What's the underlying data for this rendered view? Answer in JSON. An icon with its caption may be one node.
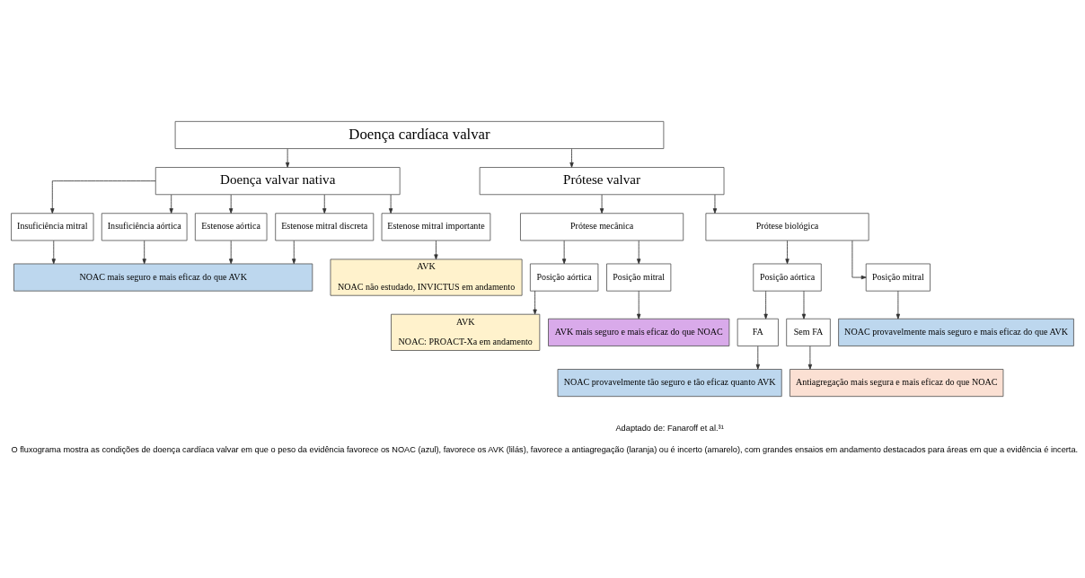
{
  "diagram": {
    "caption": "O fluxograma mostra as condições de doença cardíaca valvar em que o peso da evidência favorece os NOAC (azul), favorece os AVK (lilás), favorece a antiagregação (laranja) ou é incerto (amarelo), com grandes ensaios em andamento destacados para áreas em que a evidência é incerta.",
    "nodes": [
      {
        "text": [
          "Doença cardíaca valvar"
        ]
      },
      {
        "text": [
          "Doença valvar nativa"
        ]
      },
      {
        "text": [
          "Prótese valvar"
        ]
      },
      {
        "text": [
          "Insuficiência mitral"
        ]
      },
      {
        "text": [
          "Insuficiência aórtica"
        ]
      },
      {
        "text": [
          "Estenose aórtica"
        ]
      },
      {
        "text": [
          "Estenose mitral discreta"
        ]
      },
      {
        "text": [
          "Estenose mitral importante"
        ]
      },
      {
        "text": [
          "NOAC mais seguro e mais eficaz do que AVK"
        ]
      },
      {
        "text": [
          "AVK",
          "NOAC não estudado, INVICTUS em andamento"
        ]
      },
      {
        "text": [
          "Prótese mecânica"
        ]
      },
      {
        "text": [
          "Prótese biológica"
        ]
      },
      {
        "text": [
          "Posição aórtica"
        ]
      },
      {
        "text": [
          "Posição mitral"
        ]
      },
      {
        "text": [
          "Posição aórtica"
        ]
      },
      {
        "text": [
          "Posição mitral"
        ]
      },
      {
        "text": [
          "AVK",
          "NOAC: PROACT-Xa em andamento"
        ]
      },
      {
        "text": [
          "AVK mais seguro e mais eficaz do que NOAC"
        ]
      },
      {
        "text": [
          "FA"
        ]
      },
      {
        "text": [
          "Sem FA"
        ]
      },
      {
        "text": [
          "NOAC provavelmente mais seguro e mais eficaz do que AVK"
        ]
      },
      {
        "text": [
          "NOAC provavelmente tão seguro e tão eficaz quanto AVK"
        ]
      },
      {
        "text": [
          "Antiagregação mais segura e mais eficaz do que NOAC"
        ]
      }
    ],
    "edges": [
      {
        "from": 0,
        "to": 1,
        "arrow": "to"
      },
      {
        "from": 0,
        "to": 2,
        "arrow": "to"
      },
      {
        "from": 1,
        "to": 3,
        "arrow": "to"
      },
      {
        "from": 1,
        "to": 4,
        "arrow": "to"
      },
      {
        "from": 1,
        "to": 5,
        "arrow": "to"
      },
      {
        "from": 1,
        "to": 6,
        "arrow": "to"
      },
      {
        "from": 1,
        "to": 7,
        "arrow": "to"
      },
      {
        "from": 3,
        "to": 8,
        "arrow": "to"
      },
      {
        "from": 4,
        "to": 8,
        "arrow": "to"
      },
      {
        "from": 5,
        "to": 8,
        "arrow": "to"
      },
      {
        "from": 6,
        "to": 8,
        "arrow": "to"
      },
      {
        "from": 7,
        "to": 9,
        "arrow": "to"
      },
      {
        "from": 2,
        "to": 10,
        "arrow": "to"
      },
      {
        "from": 2,
        "to": 11,
        "arrow": "to"
      },
      {
        "from": 10,
        "to": 12,
        "arrow": "to"
      },
      {
        "from": 10,
        "to": 13,
        "arrow": "to"
      },
      {
        "from": 11,
        "to": 14,
        "arrow": "to"
      },
      {
        "from": 11,
        "to": 15,
        "arrow": "to"
      },
      {
        "from": 12,
        "to": 16,
        "arrow": "to"
      },
      {
        "from": 13,
        "to": 17,
        "arrow": "to"
      },
      {
        "from": 14,
        "to": 18,
        "arrow": "to"
      },
      {
        "from": 14,
        "to": 19,
        "arrow": "to"
      },
      {
        "from": 15,
        "to": 20,
        "arrow": "to"
      },
      {
        "from": 18,
        "to": 21,
        "arrow": "to"
      },
      {
        "from": 19,
        "to": 22,
        "arrow": "to"
      }
    ],
    "labels": [
      "Adaptado de: Fanaroff et al.³¹"
    ]
  }
}
